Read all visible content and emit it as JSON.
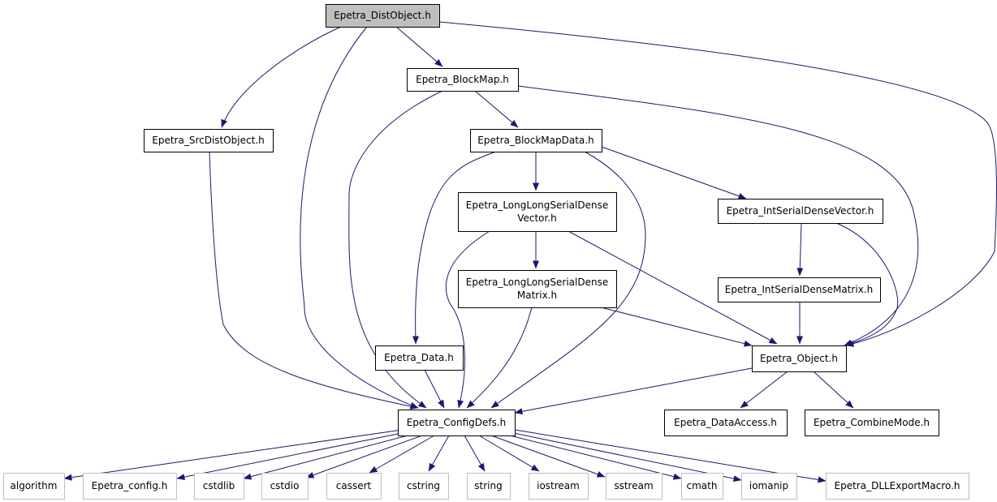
{
  "colors": {
    "edge": "#191970",
    "root_fill": "#bfbfbf",
    "node_fill": "#ffffff",
    "node_border": "#000000",
    "external_border": "#bfbfbf"
  },
  "nodes": [
    {
      "id": "distobject",
      "lines": [
        "Epetra_DistObject.h"
      ],
      "kind": "root"
    },
    {
      "id": "blockmap",
      "lines": [
        "Epetra_BlockMap.h"
      ],
      "kind": "internal"
    },
    {
      "id": "srcdist",
      "lines": [
        "Epetra_SrcDistObject.h"
      ],
      "kind": "internal"
    },
    {
      "id": "blockmapdata",
      "lines": [
        "Epetra_BlockMapData.h"
      ],
      "kind": "internal"
    },
    {
      "id": "llvector",
      "lines": [
        "Epetra_LongLongSerialDense",
        "Vector.h"
      ],
      "kind": "internal"
    },
    {
      "id": "intvector",
      "lines": [
        "Epetra_IntSerialDenseVector.h"
      ],
      "kind": "internal"
    },
    {
      "id": "llmatrix",
      "lines": [
        "Epetra_LongLongSerialDense",
        "Matrix.h"
      ],
      "kind": "internal"
    },
    {
      "id": "intmatrix",
      "lines": [
        "Epetra_IntSerialDenseMatrix.h"
      ],
      "kind": "internal"
    },
    {
      "id": "data",
      "lines": [
        "Epetra_Data.h"
      ],
      "kind": "internal"
    },
    {
      "id": "object",
      "lines": [
        "Epetra_Object.h"
      ],
      "kind": "internal"
    },
    {
      "id": "configdefs",
      "lines": [
        "Epetra_ConfigDefs.h"
      ],
      "kind": "internal"
    },
    {
      "id": "dataaccess",
      "lines": [
        "Epetra_DataAccess.h"
      ],
      "kind": "internal"
    },
    {
      "id": "combinemode",
      "lines": [
        "Epetra_CombineMode.h"
      ],
      "kind": "internal"
    },
    {
      "id": "algorithm",
      "lines": [
        "algorithm"
      ],
      "kind": "external"
    },
    {
      "id": "config",
      "lines": [
        "Epetra_config.h"
      ],
      "kind": "external"
    },
    {
      "id": "cstdlib",
      "lines": [
        "cstdlib"
      ],
      "kind": "external"
    },
    {
      "id": "cstdio",
      "lines": [
        "cstdio"
      ],
      "kind": "external"
    },
    {
      "id": "cassert",
      "lines": [
        "cassert"
      ],
      "kind": "external"
    },
    {
      "id": "cstring",
      "lines": [
        "cstring"
      ],
      "kind": "external"
    },
    {
      "id": "string",
      "lines": [
        "string"
      ],
      "kind": "external"
    },
    {
      "id": "iostream",
      "lines": [
        "iostream"
      ],
      "kind": "external"
    },
    {
      "id": "sstream",
      "lines": [
        "sstream"
      ],
      "kind": "external"
    },
    {
      "id": "cmath",
      "lines": [
        "cmath"
      ],
      "kind": "external"
    },
    {
      "id": "iomanip",
      "lines": [
        "iomanip"
      ],
      "kind": "external"
    },
    {
      "id": "dllexport",
      "lines": [
        "Epetra_DLLExportMacro.h"
      ],
      "kind": "external"
    }
  ],
  "edges": [
    {
      "from": "distobject",
      "to": "blockmap"
    },
    {
      "from": "distobject",
      "to": "srcdist"
    },
    {
      "from": "distobject",
      "to": "configdefs"
    },
    {
      "from": "distobject",
      "to": "object"
    },
    {
      "from": "blockmap",
      "to": "blockmapdata"
    },
    {
      "from": "blockmap",
      "to": "configdefs"
    },
    {
      "from": "blockmap",
      "to": "object"
    },
    {
      "from": "srcdist",
      "to": "configdefs"
    },
    {
      "from": "blockmapdata",
      "to": "llvector"
    },
    {
      "from": "blockmapdata",
      "to": "intvector"
    },
    {
      "from": "blockmapdata",
      "to": "data"
    },
    {
      "from": "blockmapdata",
      "to": "configdefs"
    },
    {
      "from": "llvector",
      "to": "llmatrix"
    },
    {
      "from": "llvector",
      "to": "configdefs"
    },
    {
      "from": "llvector",
      "to": "object"
    },
    {
      "from": "intvector",
      "to": "intmatrix"
    },
    {
      "from": "intvector",
      "to": "object"
    },
    {
      "from": "llmatrix",
      "to": "configdefs"
    },
    {
      "from": "llmatrix",
      "to": "object"
    },
    {
      "from": "intmatrix",
      "to": "object"
    },
    {
      "from": "data",
      "to": "configdefs"
    },
    {
      "from": "object",
      "to": "configdefs"
    },
    {
      "from": "object",
      "to": "dataaccess"
    },
    {
      "from": "object",
      "to": "combinemode"
    },
    {
      "from": "configdefs",
      "to": "algorithm"
    },
    {
      "from": "configdefs",
      "to": "config"
    },
    {
      "from": "configdefs",
      "to": "cstdlib"
    },
    {
      "from": "configdefs",
      "to": "cstdio"
    },
    {
      "from": "configdefs",
      "to": "cassert"
    },
    {
      "from": "configdefs",
      "to": "cstring"
    },
    {
      "from": "configdefs",
      "to": "string"
    },
    {
      "from": "configdefs",
      "to": "iostream"
    },
    {
      "from": "configdefs",
      "to": "sstream"
    },
    {
      "from": "configdefs",
      "to": "cmath"
    },
    {
      "from": "configdefs",
      "to": "iomanip"
    },
    {
      "from": "configdefs",
      "to": "dllexport"
    }
  ]
}
